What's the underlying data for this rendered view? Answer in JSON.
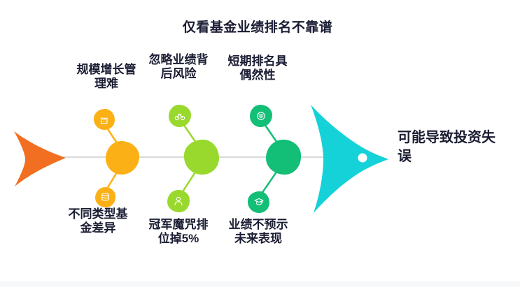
{
  "title": "仅看基金业绩排名不靠谱",
  "effect": {
    "label": "可能导致投资失\n误"
  },
  "branches": [
    {
      "name": "scale-growth",
      "top": {
        "label": "规模增长管\n理难",
        "icon": "factory-icon"
      },
      "bottom": {
        "label": "不同类型基\n金差异",
        "icon": "coins-icon"
      }
    },
    {
      "name": "ignore-risk",
      "top": {
        "label": "忽略业绩背\n后风险",
        "icon": "bicycle-icon"
      },
      "bottom": {
        "label": "冠军魔咒排\n位掉5%",
        "icon": "person-icon"
      }
    },
    {
      "name": "short-term-ranking",
      "top": {
        "label": "短期排名具\n偶然性",
        "icon": "badge-icon"
      },
      "bottom": {
        "label": "业绩不预示\n未来表现",
        "icon": "graduate-icon"
      }
    }
  ],
  "colors": {
    "tail": "#F26F21",
    "b1": "#FBB116",
    "b2": "#99D92D",
    "b3": "#13BE76",
    "head": "#14D2D8",
    "spine": "#D9D9D9",
    "text": "#1B1D33",
    "footer": "#F7F8FA"
  }
}
